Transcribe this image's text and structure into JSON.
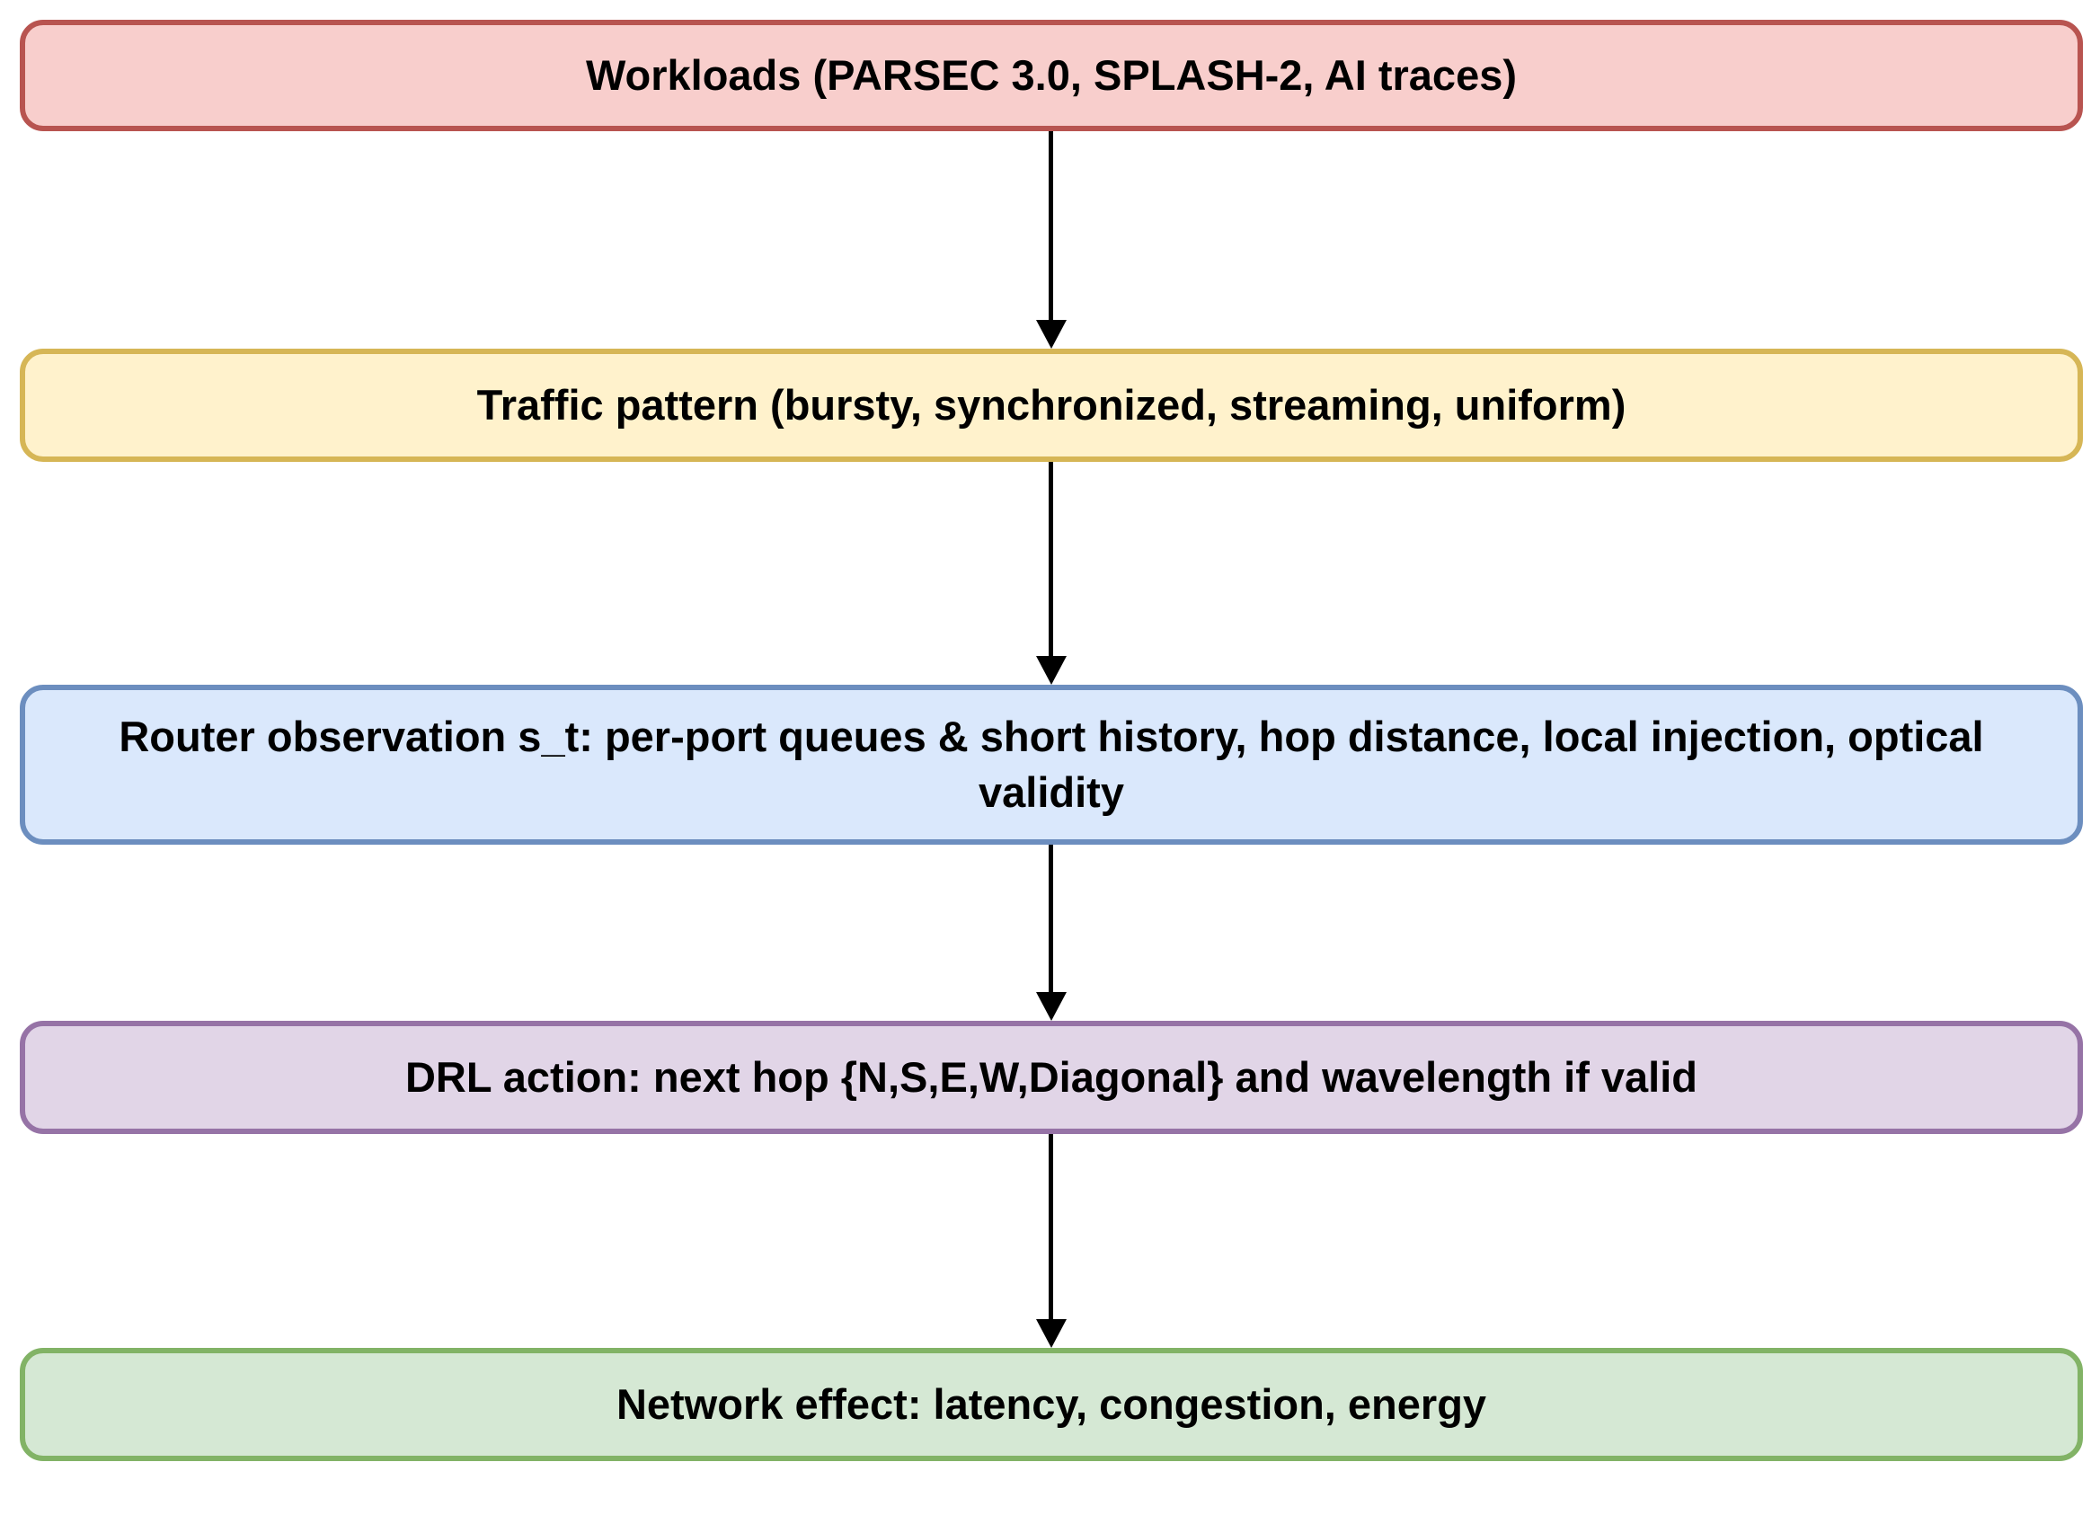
{
  "diagram": {
    "type": "flowchart",
    "orientation": "top-to-bottom",
    "nodes": [
      {
        "id": "workloads",
        "label": "Workloads (PARSEC 3.0, SPLASH-2, AI traces)",
        "fill": "#f8cecc",
        "stroke": "#b85450"
      },
      {
        "id": "traffic",
        "label": "Traffic pattern (bursty, synchronized, streaming, uniform)",
        "fill": "#fff2cc",
        "stroke": "#d6b656"
      },
      {
        "id": "observation",
        "label": "Router observation s_t: per-port queues & short history, hop distance, local injection, optical validity",
        "fill": "#dae8fc",
        "stroke": "#6c8ebf"
      },
      {
        "id": "action",
        "label": "DRL action: next hop {N,S,E,W,Diagonal} and wavelength if valid",
        "fill": "#e1d5e7",
        "stroke": "#9673a6"
      },
      {
        "id": "effect",
        "label": "Network effect: latency, congestion, energy",
        "fill": "#d5e8d4",
        "stroke": "#82b366"
      }
    ],
    "edges": [
      {
        "id": "edge-1",
        "from": "workloads",
        "to": "traffic",
        "label": "",
        "arrow": "down-arrow"
      },
      {
        "id": "edge-2",
        "from": "traffic",
        "to": "observation",
        "label": "",
        "arrow": "down-arrow"
      },
      {
        "id": "edge-3",
        "from": "observation",
        "to": "action",
        "label": "",
        "arrow": "down-arrow"
      },
      {
        "id": "edge-4",
        "from": "action",
        "to": "effect",
        "label": "",
        "arrow": "down-arrow"
      }
    ],
    "edge_color": "#000000",
    "background": "#ffffff"
  }
}
